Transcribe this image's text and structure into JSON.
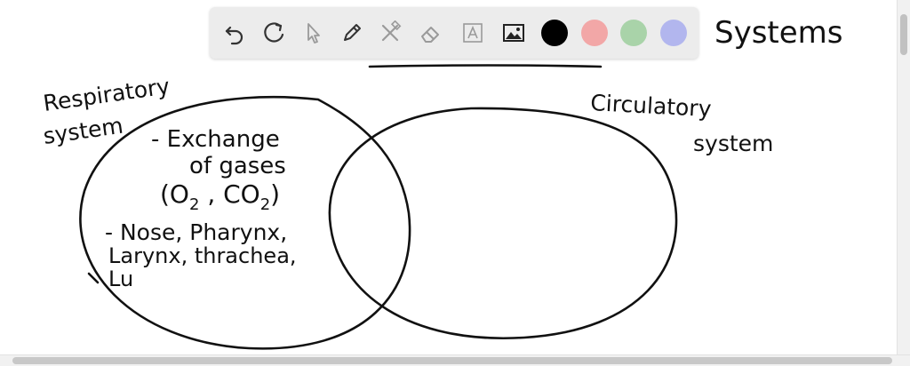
{
  "heading": {
    "title_partial": "Systems"
  },
  "toolbar": {
    "tools": [
      {
        "name": "undo-icon"
      },
      {
        "name": "redo-icon"
      },
      {
        "name": "pointer-icon"
      },
      {
        "name": "pencil-icon"
      },
      {
        "name": "tools-icon"
      },
      {
        "name": "eraser-icon"
      },
      {
        "name": "text-icon"
      },
      {
        "name": "image-icon"
      }
    ],
    "colors": [
      "#000000",
      "#f2a7a7",
      "#a9d3a9",
      "#b2b6ee"
    ]
  },
  "diagram": {
    "left_label_line1": "Respiratory",
    "left_label_line2": "system",
    "right_label_line1": "Circulatory",
    "right_label_line2": "system",
    "note1_line1": "- Exchange",
    "note1_line2": "of gases",
    "note1_line3_main": "(O",
    "note1_line3_sub1": "2",
    "note1_line3_mid": " , CO",
    "note1_line3_sub2": "2",
    "note1_line3_end": ")",
    "note2_line1": "- Nose, Pharynx,",
    "note2_line2": "Larynx, thrachea,",
    "note2_line3": "Lu"
  }
}
